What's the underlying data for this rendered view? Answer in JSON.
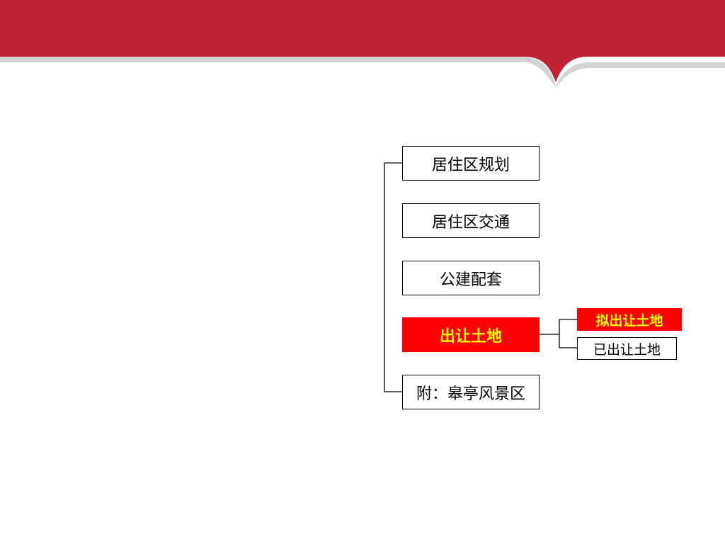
{
  "colors": {
    "banner": "#c02336",
    "banner_shadow": "#d2d2d2",
    "connector": "#000000",
    "highlight_fill": "#ff0000",
    "highlight_text": "#ffff00",
    "node_border": "#000000",
    "node_text": "#000000"
  },
  "nodes": [
    {
      "label": "居住区规划"
    },
    {
      "label": "居住区交通"
    },
    {
      "label": "公建配套"
    },
    {
      "label": "出让土地",
      "highlighted": true
    },
    {
      "label": "附：皋亭风景区"
    }
  ],
  "sub_nodes": [
    {
      "label": "拟出让土地",
      "highlighted": true
    },
    {
      "label": "已出让土地"
    }
  ]
}
